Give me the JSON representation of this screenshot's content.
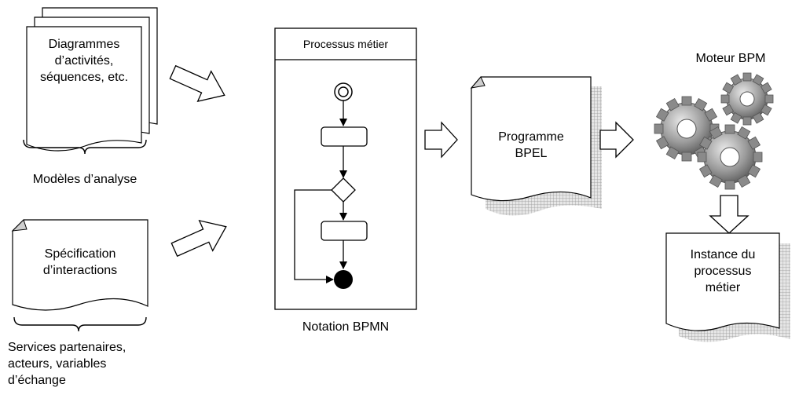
{
  "analysis_doc": {
    "lines": [
      "Diagrammes",
      "d’activités,",
      "séquences, etc."
    ],
    "caption": "Modèles d’analyse"
  },
  "interactions_doc": {
    "lines": [
      "Spécification",
      "d’interactions"
    ],
    "caption_lines": [
      "Services partenaires,",
      "acteurs, variables",
      "d’échange"
    ]
  },
  "process_box": {
    "title": "Processus métier",
    "caption": "Notation BPMN"
  },
  "bpel_doc": {
    "lines": [
      "Programme",
      "BPEL"
    ]
  },
  "engine": {
    "title": "Moteur BPM",
    "icon": "gears-icon"
  },
  "instance_doc": {
    "lines": [
      "Instance du",
      "processus",
      "métier"
    ]
  }
}
